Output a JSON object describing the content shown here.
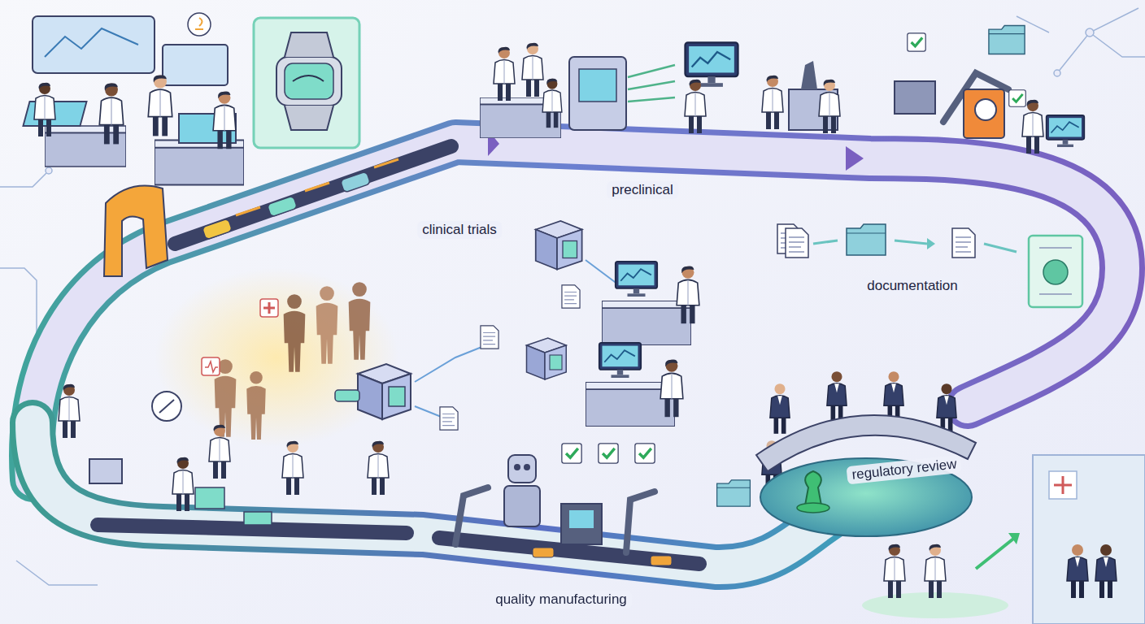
{
  "diagram": {
    "labels": [
      "preclinical",
      "clinical trials",
      "documentation",
      "regulatory review",
      "quality manufacturing"
    ]
  }
}
